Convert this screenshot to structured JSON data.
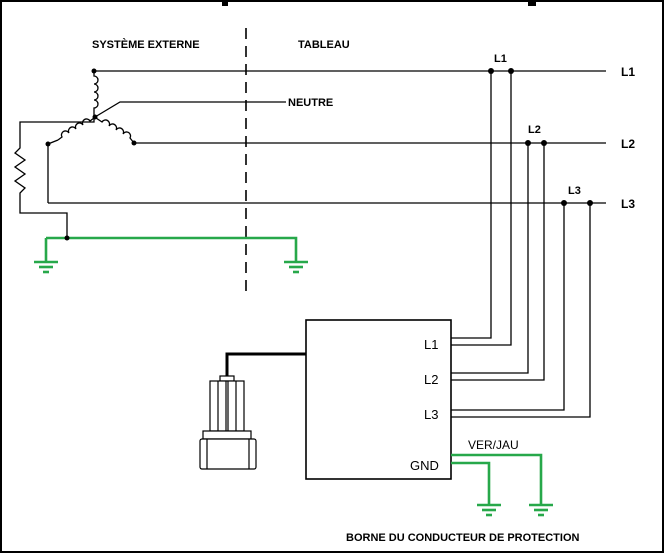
{
  "header": {
    "external_system": "SYSTÈME EXTERNE",
    "panel": "TABLEAU"
  },
  "source": {
    "neutral_label": "NEUTRE"
  },
  "lines": {
    "right_labels": [
      "L1",
      "L2",
      "L3"
    ],
    "tap_labels": [
      "L1",
      "L2",
      "L3"
    ]
  },
  "device": {
    "terminals": [
      "L1",
      "L2",
      "L3",
      "GND"
    ],
    "ground_wire_label": "VER/JAU"
  },
  "footer": {
    "caption": "BORNE DU CONDUCTEUR DE PROTECTION"
  },
  "colors": {
    "wire": "#000000",
    "ground": "#27a84a",
    "border": "#000000"
  }
}
